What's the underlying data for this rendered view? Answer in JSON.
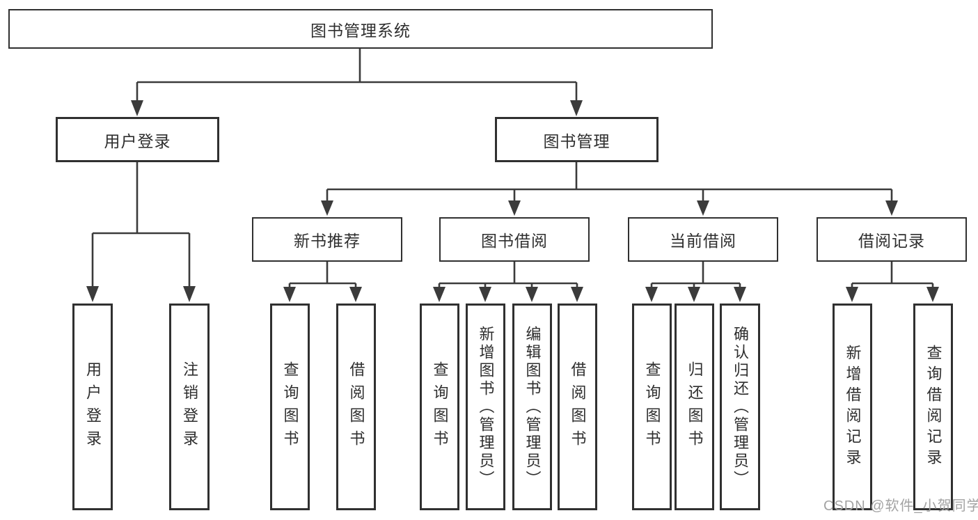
{
  "title": "图书管理系统",
  "watermark": "CSDN @软件_小贺同学",
  "colors": {
    "line": "#3b3b3b",
    "box_border": "#303030",
    "text": "#2e2e2e",
    "watermark": "#a3a3a3",
    "background": "#ffffff"
  },
  "level2": [
    {
      "label": "用户登录"
    },
    {
      "label": "图书管理"
    }
  ],
  "level3": [
    {
      "label": "新书推荐"
    },
    {
      "label": "图书借阅"
    },
    {
      "label": "当前借阅"
    },
    {
      "label": "借阅记录"
    }
  ],
  "leaves": {
    "login": [
      {
        "label": "用户登录"
      },
      {
        "label": "注销登录"
      }
    ],
    "recommend": [
      {
        "label": "查询图书"
      },
      {
        "label": "借阅图书"
      }
    ],
    "borrow": [
      {
        "label": "查询图书"
      },
      {
        "label": "新增图书（管理员）"
      },
      {
        "label": "编辑图书（管理员）"
      },
      {
        "label": "借阅图书"
      }
    ],
    "current": [
      {
        "label": "查询图书"
      },
      {
        "label": "归还图书"
      },
      {
        "label": "确认归还（管理员）"
      }
    ],
    "records": [
      {
        "label": "新增借阅记录"
      },
      {
        "label": "查询借阅记录"
      }
    ]
  }
}
